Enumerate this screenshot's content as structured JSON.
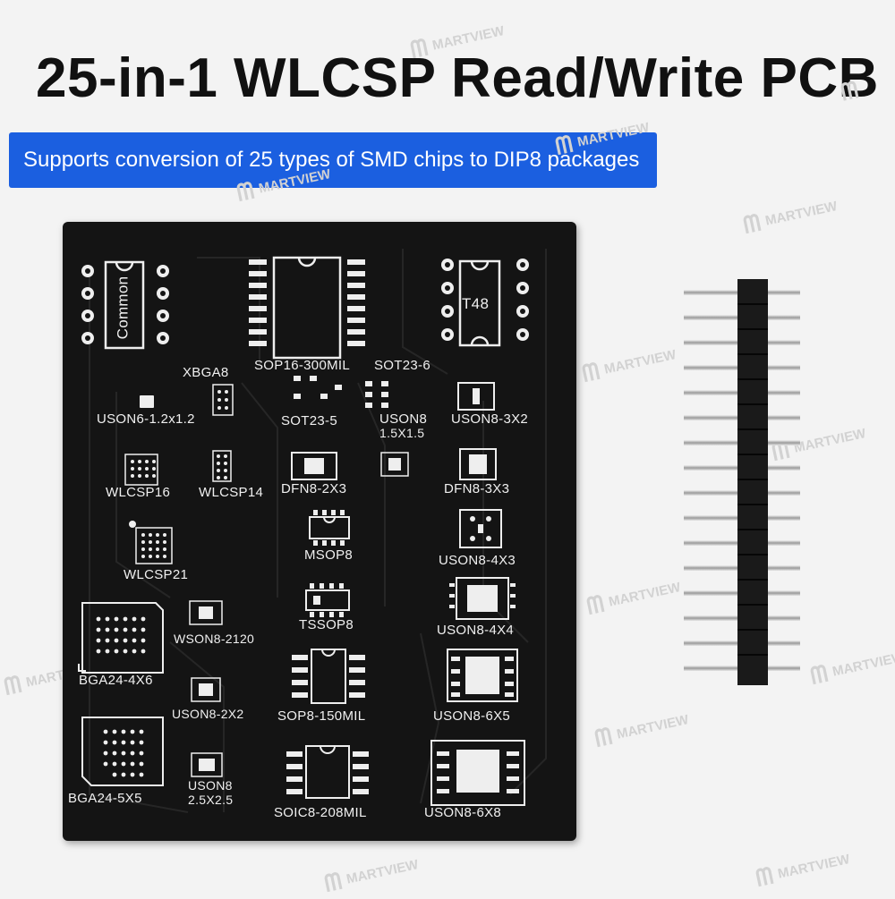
{
  "title": "25-in-1 WLCSP Read/Write PCB",
  "subtitle": "Supports conversion of 25 types of SMD chips to DIP8 packages",
  "watermark": {
    "text": "MARTVIEW",
    "icon": "martview-logo-icon"
  },
  "pcb": {
    "common": "Common",
    "t48": "T48",
    "sop16": "SOP16-300MIL",
    "sot23_6": "SOT23-6",
    "xbga8": "XBGA8",
    "uson6": "USON6-1.2x1.2",
    "sot23_5": "SOT23-5",
    "uson8_15_a": "USON8",
    "uson8_15_b": "1.5X1.5",
    "uson8_3x2": "USON8-3X2",
    "wlcsp16": "WLCSP16",
    "wlcsp14": "WLCSP14",
    "dfn8_2x3": "DFN8-2X3",
    "dfn8_3x3": "DFN8-3X3",
    "msop8": "MSOP8",
    "uson8_4x3": "USON8-4X3",
    "wlcsp21": "WLCSP21",
    "tssop8": "TSSOP8",
    "uson8_4x4": "USON8-4X4",
    "wson8": "WSON8-2120",
    "bga24_4x6": "BGA24-4X6",
    "sop8": "SOP8-150MIL",
    "uson8_6x5": "USON8-6X5",
    "uson8_2x2": "USON8-2X2",
    "bga24_5x5": "BGA24-5X5",
    "uson8_25_a": "USON8",
    "uson8_25_b": "2.5X2.5",
    "soic8": "SOIC8-208MIL",
    "uson8_6x8": "USON8-6X8"
  }
}
